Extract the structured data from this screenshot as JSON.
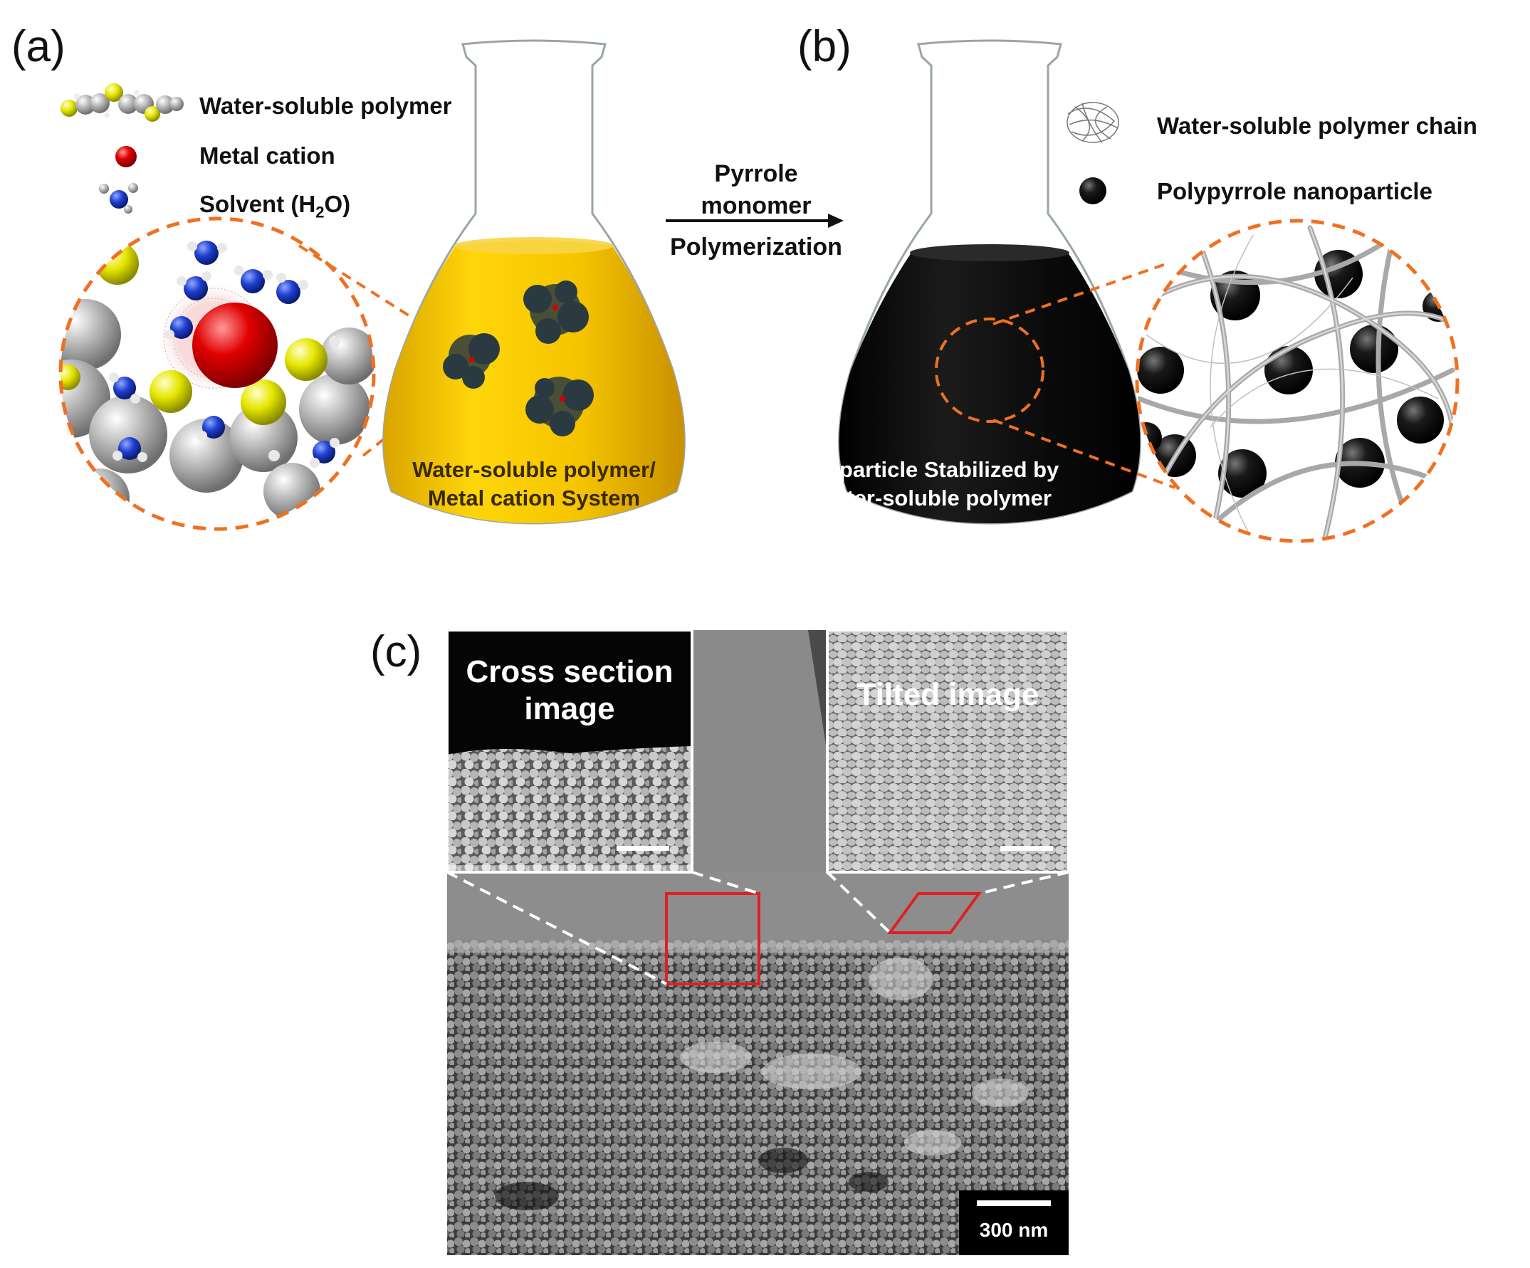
{
  "panels": {
    "a": {
      "label": "(a)",
      "legend": [
        {
          "text": "Water-soluble polymer",
          "icon": "polymer-chain-icon"
        },
        {
          "text": "Metal cation",
          "icon": "metal-cation-icon"
        },
        {
          "text": "Solvent (H",
          "sub": "2",
          "text_after": "O)",
          "icon": "water-molecule-icon"
        }
      ],
      "flask_caption_line1": "Water-soluble polymer/",
      "flask_caption_line2": "Metal cation System",
      "colors": {
        "solution": "#f2c200",
        "cation": "#d40000",
        "sulfur": "#e6e600",
        "carbon": "#b0b0b0",
        "nitrogen": "#1f3fd0",
        "dashed_outline": "#f07020"
      }
    },
    "b": {
      "label": "(b)",
      "legend": [
        {
          "text": "Water-soluble polymer chain",
          "icon": "polymer-network-icon"
        },
        {
          "text": "Polypyrrole nanoparticle",
          "icon": "nanoparticle-icon"
        }
      ],
      "flask_caption_line1": "oparticle Stabilized by",
      "flask_caption_line2": "ater-soluble polymer",
      "colors": {
        "solution": "#0a0a0a"
      }
    },
    "arrow": {
      "line1": "Pyrrole",
      "line2": "monomer",
      "line3": "Polymerization"
    },
    "c": {
      "label": "(c)",
      "inset_left_title_line1": "Cross section",
      "inset_left_title_line2": "image",
      "inset_right_title": "Tilted image",
      "scale_bar": "300 nm",
      "colors": {
        "highlight_box": "#e02020"
      }
    }
  }
}
